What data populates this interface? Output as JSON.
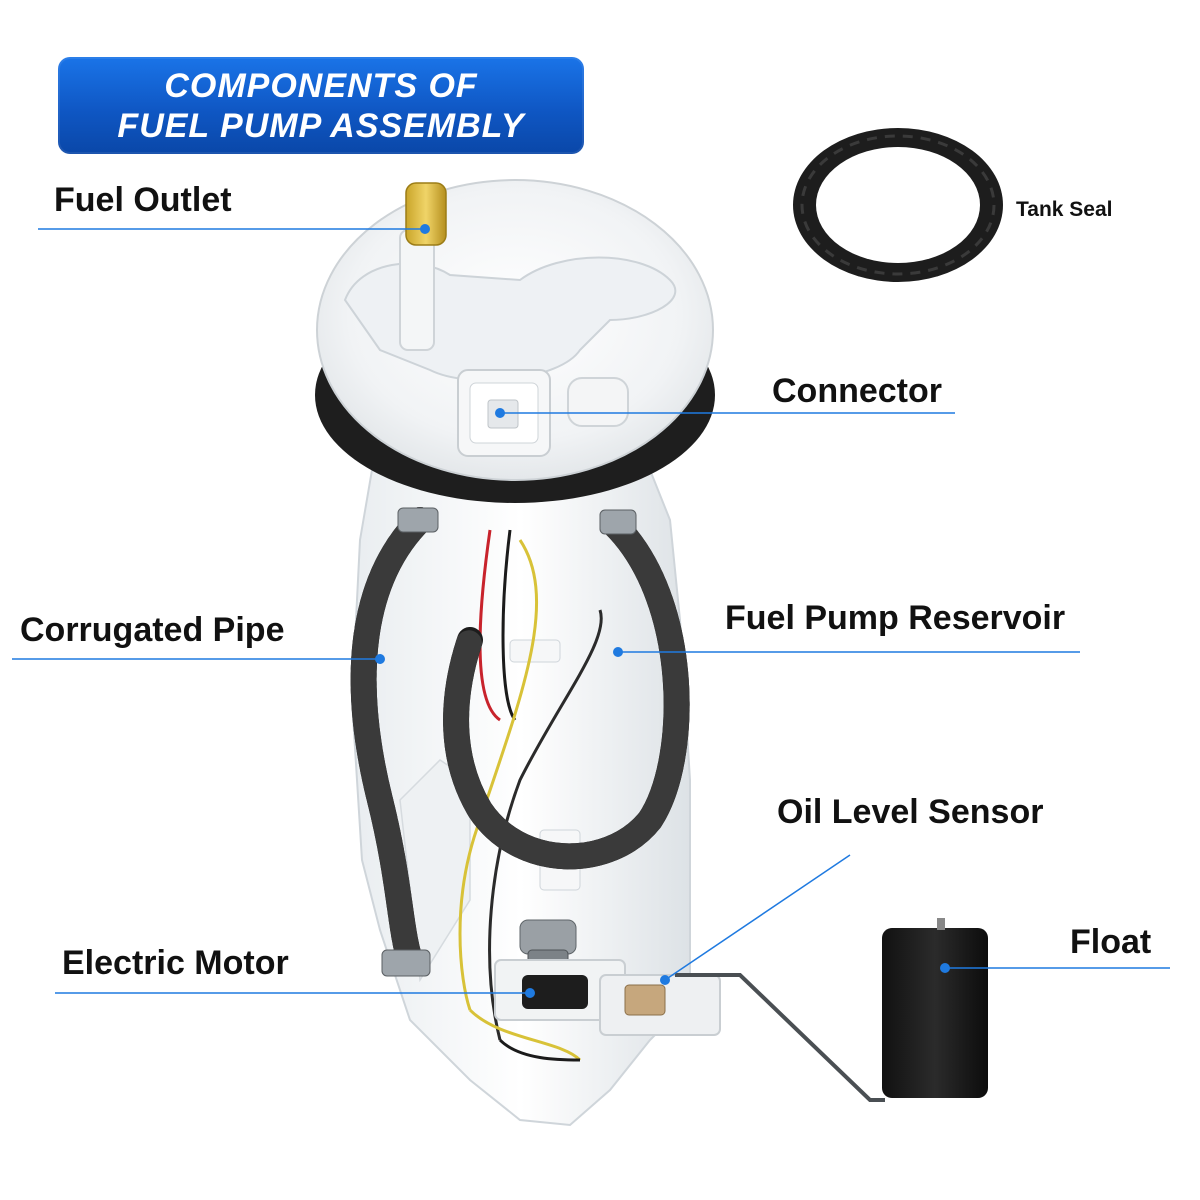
{
  "title": {
    "line1": "COMPONENTS OF",
    "line2": "FUEL PUMP ASSEMBLY"
  },
  "labels": {
    "fuel_outlet": "Fuel Outlet",
    "tank_seal": "Tank Seal",
    "connector": "Connector",
    "corrugated_pipe": "Corrugated Pipe",
    "fuel_pump_reservoir": "Fuel Pump Reservoir",
    "oil_level_sensor": "Oil Level Sensor",
    "float": "Float",
    "electric_motor": "Electric Motor"
  },
  "colors": {
    "banner": "#1565d8",
    "leader_line": "#1f7ae0",
    "leader_dot": "#1f7ae0",
    "text": "#111111"
  }
}
